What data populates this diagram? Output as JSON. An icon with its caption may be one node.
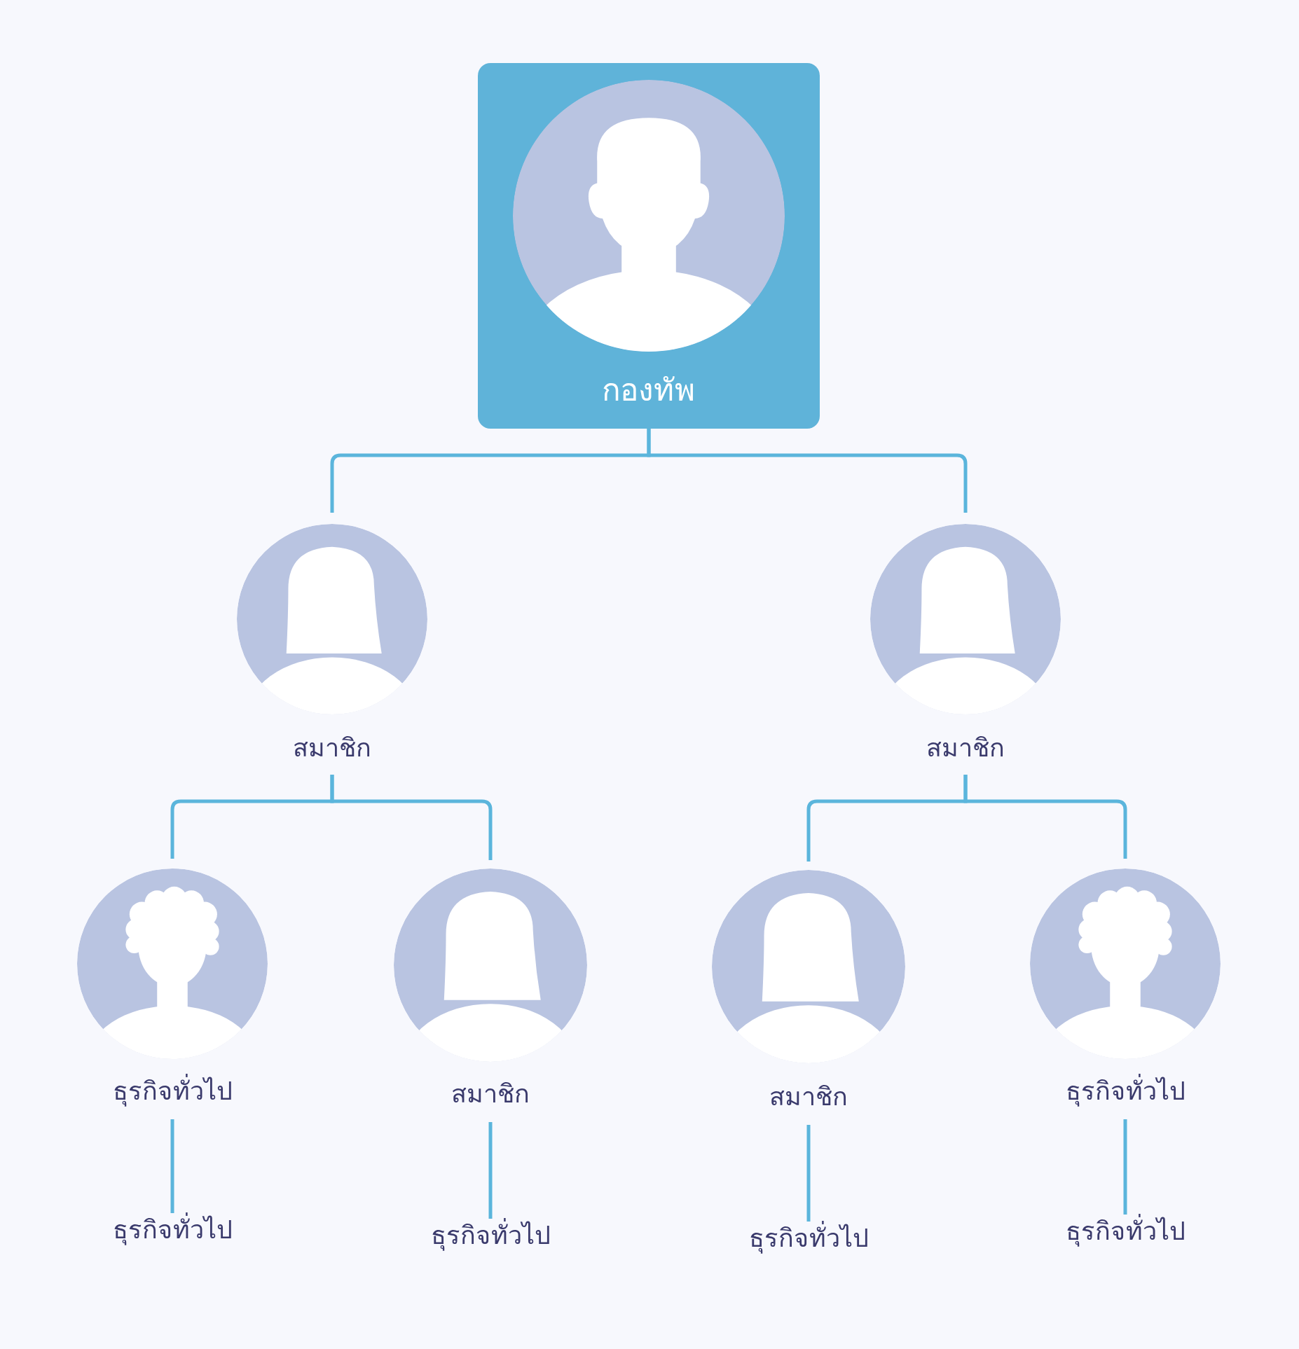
{
  "diagram": {
    "nodes": [
      {
        "text": [
          "กองทัพ"
        ]
      },
      {
        "text": [
          "สมาชิก"
        ]
      },
      {
        "text": [
          "สมาชิก"
        ]
      },
      {
        "text": [
          "ธุรกิจทั่วไป"
        ]
      },
      {
        "text": [
          "สมาชิก"
        ]
      },
      {
        "text": [
          "สมาชิก"
        ]
      },
      {
        "text": [
          "ธุรกิจทั่วไป"
        ]
      },
      {
        "text": [
          "ธุรกิจทั่วไป"
        ]
      },
      {
        "text": [
          "ธุรกิจทั่วไป"
        ]
      },
      {
        "text": [
          "ธุรกิจทั่วไป"
        ]
      },
      {
        "text": [
          "ธุรกิจทั่วไป"
        ]
      }
    ],
    "edges": [
      {
        "from": 0,
        "to": 1,
        "arrow": "none"
      },
      {
        "from": 0,
        "to": 2,
        "arrow": "none"
      },
      {
        "from": 1,
        "to": 3,
        "arrow": "none"
      },
      {
        "from": 1,
        "to": 4,
        "arrow": "none"
      },
      {
        "from": 2,
        "to": 5,
        "arrow": "none"
      },
      {
        "from": 2,
        "to": 6,
        "arrow": "none"
      },
      {
        "from": 3,
        "to": 7,
        "arrow": "none"
      },
      {
        "from": 4,
        "to": 8,
        "arrow": "none"
      },
      {
        "from": 5,
        "to": 9,
        "arrow": "none"
      },
      {
        "from": 6,
        "to": 10,
        "arrow": "none"
      }
    ]
  }
}
